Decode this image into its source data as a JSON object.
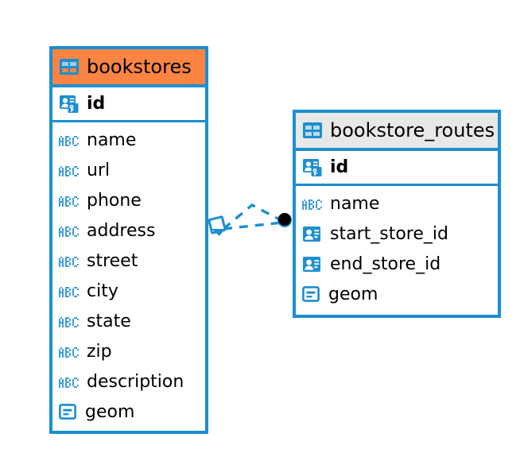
{
  "diagram": {
    "type": "entity-relationship-diagram",
    "background_color": "#ffffff",
    "accent_color": "#1b8fd1",
    "entities": [
      {
        "name": "bookstores",
        "header_color": "#fb8442",
        "header_icon": "table-icon",
        "primary_key": {
          "label": "id",
          "icon": "primary-key-icon"
        },
        "fields": [
          {
            "label": "name",
            "icon": "text-abc-icon"
          },
          {
            "label": "url",
            "icon": "text-abc-icon"
          },
          {
            "label": "phone",
            "icon": "text-abc-icon"
          },
          {
            "label": "address",
            "icon": "text-abc-icon"
          },
          {
            "label": "street",
            "icon": "text-abc-icon"
          },
          {
            "label": "city",
            "icon": "text-abc-icon"
          },
          {
            "label": "state",
            "icon": "text-abc-icon"
          },
          {
            "label": "zip",
            "icon": "text-abc-icon"
          },
          {
            "label": "description",
            "icon": "text-abc-icon"
          },
          {
            "label": "geom",
            "icon": "geometry-icon"
          }
        ]
      },
      {
        "name": "bookstore_routes",
        "header_color": "#e8e8e8",
        "header_icon": "table-icon",
        "primary_key": {
          "label": "id",
          "icon": "primary-key-icon"
        },
        "fields": [
          {
            "label": "name",
            "icon": "text-abc-icon"
          },
          {
            "label": "start_store_id",
            "icon": "foreign-key-icon"
          },
          {
            "label": "end_store_id",
            "icon": "foreign-key-icon"
          },
          {
            "label": "geom",
            "icon": "geometry-icon"
          }
        ]
      }
    ],
    "relationship": {
      "source_endpoint_icon": "diamond-endpoint-icon",
      "target_endpoint_icon": "circle-endpoint-icon",
      "line_style": "dashed",
      "line_color": "#1b8fd1"
    }
  }
}
